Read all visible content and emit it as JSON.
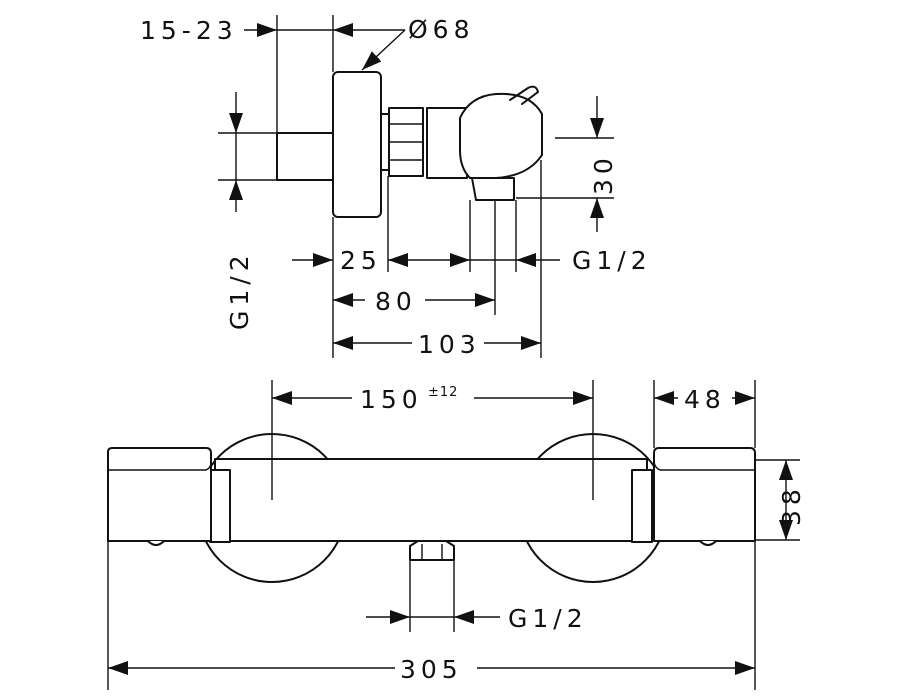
{
  "side_view": {
    "dim_15_23": "15-23",
    "dim_diameter": "Ø68",
    "dim_30": "30",
    "dim_g12_left": "G1/2",
    "dim_25": "25",
    "dim_g12_right": "G1/2",
    "dim_80": "80",
    "dim_103": "103"
  },
  "front_view": {
    "dim_150": "150",
    "dim_150_tol": "±12",
    "dim_48": "48",
    "dim_38": "38",
    "dim_g12_bottom": "G1/2",
    "dim_305": "305"
  },
  "colors": {
    "line": "#111111",
    "background": "#ffffff"
  }
}
